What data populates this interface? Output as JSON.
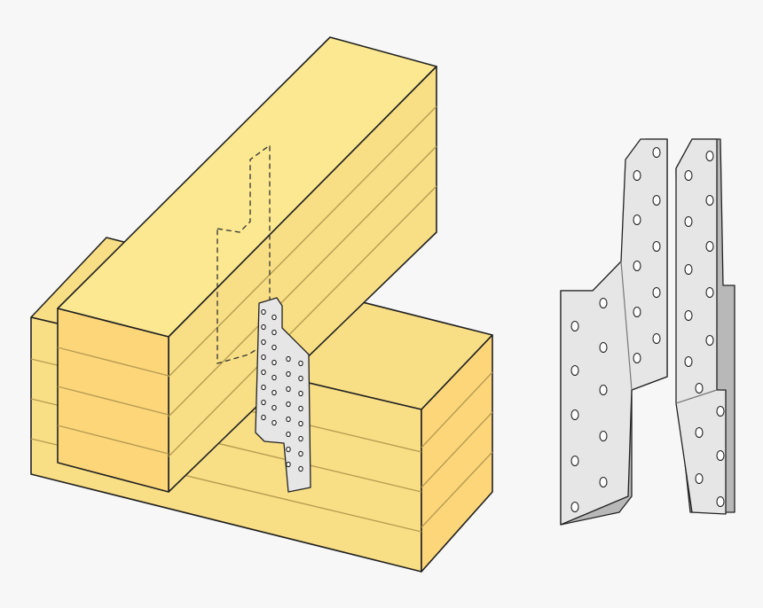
{
  "figure": {
    "subject": "timber-joist-hanger-connection",
    "components": [
      "lower-beam",
      "upper-joist",
      "installed-hanger",
      "hanger-plate-left",
      "hanger-plate-right"
    ]
  },
  "colors": {
    "background": "#f7f7f7",
    "wood_top": "#fbe890",
    "wood_side": "#f8df85",
    "wood_end": "#fdd67a",
    "wood_line": "#b79c52",
    "outline": "#222222",
    "steel_light": "#e6e6e6",
    "steel_mid": "#d2d2d2",
    "steel_dark": "#b8b8b8",
    "hole": "#ffffff"
  },
  "icons": [
    "dashed-hidden-outline",
    "nail-hole"
  ]
}
